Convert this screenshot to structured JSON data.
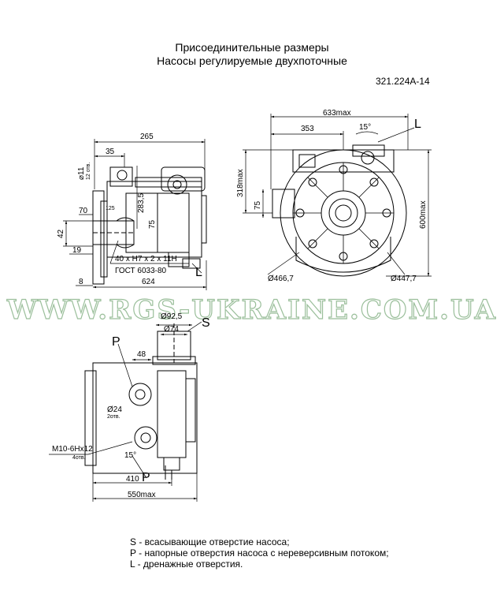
{
  "header": {
    "title_line1": "Присоединительные размеры",
    "title_line2": "Насосы регулируемые двухпоточные",
    "model_code": "321.224А-14"
  },
  "side_view": {
    "dim_265": "265",
    "dim_35": "35",
    "dim_11": "⌀11",
    "dim_11_note": "12 отв.",
    "dim_283_5": "283,5",
    "dim_125": "125",
    "dim_70": "70",
    "dim_75": "75",
    "dim_42": "42",
    "dim_19": "19",
    "spline_spec": "40 х Н7 х 2 х 11Н",
    "standard": "ГОСТ 6033-80",
    "port_l": "L",
    "dim_8": "8",
    "dim_624": "624"
  },
  "front_view": {
    "dim_633max": "633max",
    "dim_353": "353",
    "angle_15": "15°",
    "port_l": "L",
    "dim_318max": "318max",
    "dim_75": "75",
    "dim_600max": "600max",
    "dia_466_7": "Ø466,7",
    "dia_447_7": "Ø447,7"
  },
  "watermark": "WWW.RGS-UKRAINE.COM.UA",
  "top_view": {
    "dia_92_5": "Ø92,5",
    "dia_74": "Ø74",
    "port_s": "S",
    "port_p_top": "P",
    "dim_48": "48",
    "dia_24": "Ø24",
    "dia_24_note": "2отв.",
    "thread": "М10-6Нх12",
    "thread_note": "4отв.",
    "angle_15": "15°",
    "port_p_bottom": "P",
    "dim_410": "410",
    "dim_550max": "550max"
  },
  "legend": {
    "s": "S - всасывающие отверстие насоса;",
    "p": "P - напорные отверстия насоса с нереверсивным потоком;",
    "l": "L - дренажные отверстия."
  }
}
